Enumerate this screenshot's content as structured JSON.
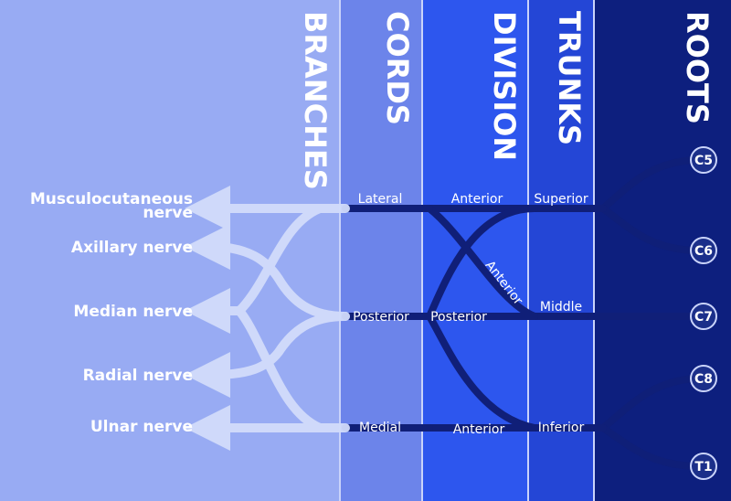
{
  "columns": {
    "branches": "BRANCHES",
    "cords": "CORDS",
    "division": "DIVISION",
    "trunks": "TRUNKS",
    "roots": "ROOTS"
  },
  "roots": [
    "C5",
    "C6",
    "C7",
    "C8",
    "T1"
  ],
  "trunks": {
    "superior": "Superior",
    "middle": "Middle",
    "inferior": "Inferior"
  },
  "divisions": {
    "top_anterior": "Anterior",
    "diagonal_anterior": "Anterior",
    "posterior": "Posterior",
    "bottom_anterior": "Anterior"
  },
  "cords": {
    "lateral": "Lateral",
    "posterior": "Posterior",
    "medial": "Medial"
  },
  "branches": {
    "musculocutaneous_line1": "Musculocutaneous",
    "musculocutaneous_line2": "nerve",
    "axillary": "Axillary nerve",
    "median": "Median nerve",
    "radial": "Radial nerve",
    "ulnar": "Ulnar nerve"
  },
  "colors": {
    "branches_bg": "#9db0f4",
    "cords_bg": "#6c84ea",
    "division_bg": "#2d56ee",
    "trunks_bg": "#2446d6",
    "roots_bg": "#0d1f7e",
    "nerve_light": "#d2dcfb",
    "nerve_dark": "#101f78",
    "column_border": "#c9d3fa"
  }
}
